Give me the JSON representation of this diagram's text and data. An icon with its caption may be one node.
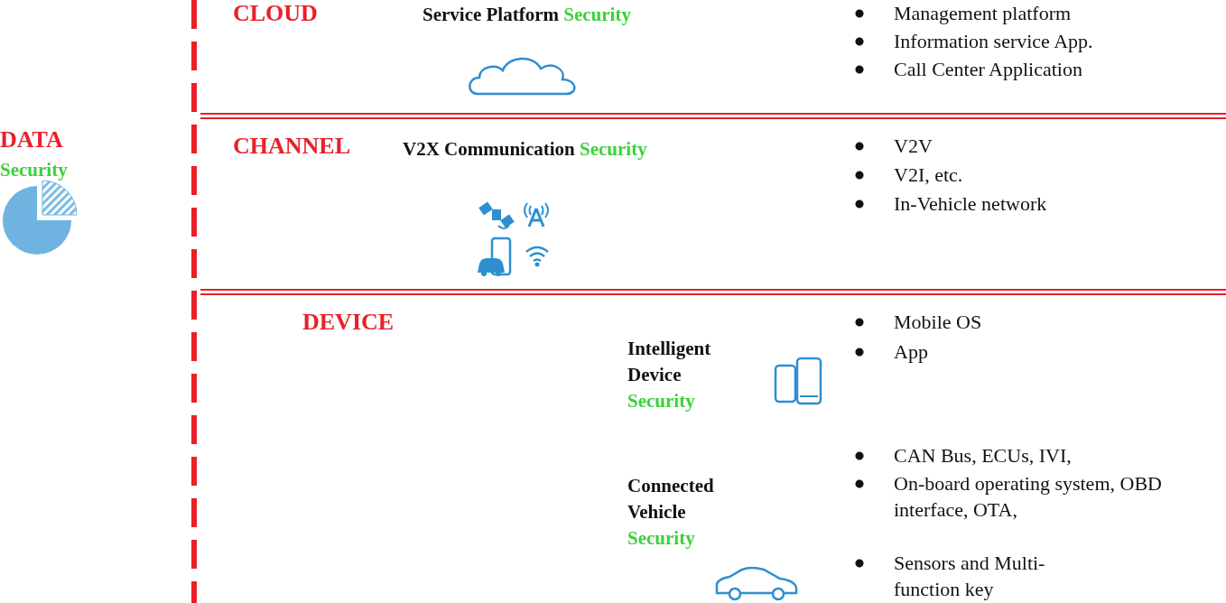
{
  "diagram": {
    "nodes": [
      {
        "text": [
          "CLOUD",
          "Service Platform Security",
          "Management platform",
          "Information service App.",
          "Call Center Application"
        ]
      },
      {
        "text": [
          "CHANNEL",
          "V2X Communication Security",
          "V2V",
          "V2I, etc.",
          "In-Vehicle network"
        ]
      },
      {
        "text": [
          "DEVICE",
          "Intelligent Device Security",
          "Mobile OS",
          "App",
          "Connected Vehicle Security",
          "CAN Bus, ECUs, IVI,",
          "On-board operating system, OBD interface, OTA,",
          "Sensors and Multi-function key"
        ]
      }
    ],
    "edges": [],
    "labels": [
      "DATA",
      "Security"
    ]
  }
}
